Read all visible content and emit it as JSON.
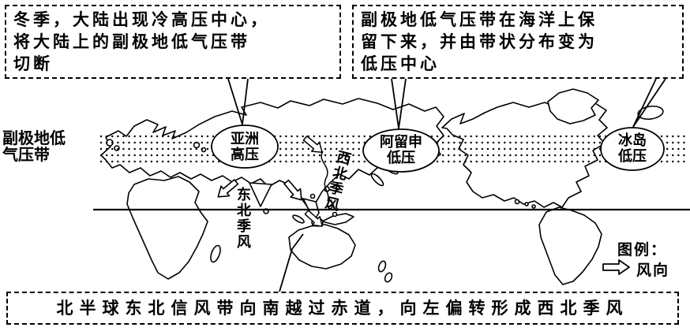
{
  "annotations": {
    "top_left": {
      "lines": [
        "冬季，大陆出现冷高压中心，",
        "将大陆上的副极地低气压带",
        "切断"
      ]
    },
    "top_right": {
      "lines": [
        "副极地低气压带在海洋上保",
        "留下来，并由带状分布变为",
        "低压中心"
      ]
    },
    "bottom": {
      "text": "北半球东北信风带向南越过赤道，向左偏转形成西北季风"
    }
  },
  "map": {
    "belt_label": {
      "lines": [
        "副极地低",
        "气压带"
      ]
    },
    "pressure_centers": [
      {
        "name": "asia-high",
        "lines": [
          "亚洲",
          "高压"
        ]
      },
      {
        "name": "aleutian-low",
        "lines": [
          "阿留申",
          "低压"
        ]
      },
      {
        "name": "iceland-low",
        "lines": [
          "冰岛",
          "低压"
        ]
      }
    ],
    "winds": [
      {
        "name": "northwest-monsoon",
        "label": "西北季风"
      },
      {
        "name": "northeast-monsoon",
        "label": "东北季风"
      }
    ]
  },
  "legend": {
    "title": "图例：",
    "wind_label": "风向"
  },
  "icons": {
    "wind_arrow": "hollow-right-arrow"
  },
  "colors": {
    "ink": "#000000",
    "background": "#ffffff"
  }
}
